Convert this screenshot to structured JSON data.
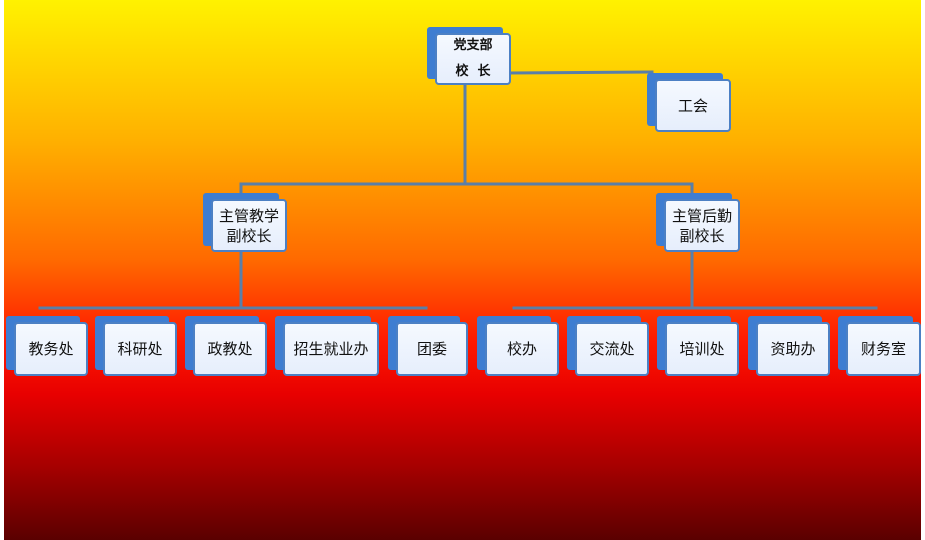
{
  "root": {
    "line1": "党支部",
    "line2": "校  长"
  },
  "union": {
    "label": "工会"
  },
  "vp_teaching": {
    "line1": "主管教学",
    "line2": "副校长"
  },
  "vp_logistics": {
    "line1": "主管后勤",
    "line2": "副校长"
  },
  "teaching_depts": [
    "教务处",
    "科研处",
    "政教处",
    "招生就业办",
    "团委"
  ],
  "logistics_depts": [
    "校办",
    "交流处",
    "培训处",
    "资助办",
    "财务室"
  ],
  "colors": {
    "connector": "#5a7fa8",
    "box_border": "#4c80c4",
    "box_shadow": "#3e7dd1"
  }
}
